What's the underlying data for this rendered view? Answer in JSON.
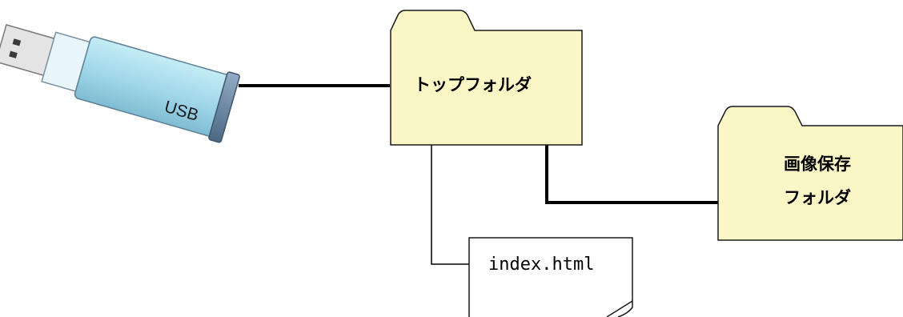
{
  "usb": {
    "label": "USB"
  },
  "top_folder": {
    "label": "トップフォルダ"
  },
  "image_folder": {
    "label_line1": "画像保存",
    "label_line2": "フォルダ"
  },
  "file": {
    "label": "index.html"
  },
  "colors": {
    "folder_fill": "#fbf6c6",
    "usb_body": "#9fd6e8",
    "usb_cap": "#5f7f9c",
    "line": "#000000"
  }
}
